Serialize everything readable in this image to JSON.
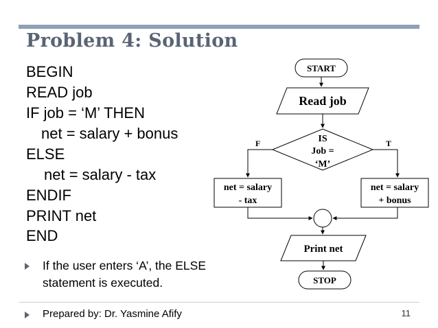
{
  "slide": {
    "title": "Problem 4: Solution",
    "page_number": "11",
    "footer": "Prepared by:  Dr. Yasmine Afify"
  },
  "pseudocode": [
    "BEGIN",
    "READ job",
    "IF  job = ‘M’  THEN",
    "net = salary + bonus",
    "ELSE",
    "net = salary - tax",
    "ENDIF",
    "PRINT net",
    "END"
  ],
  "bullets": [
    "If the user enters ‘A’, the ELSE",
    "statement is executed."
  ],
  "flowchart": {
    "start": "START",
    "read": "Read  job",
    "decision": [
      "IS",
      "Job =",
      "‘M’"
    ],
    "false_label": "F",
    "true_label": "T",
    "false_box": [
      "net = salary",
      "- tax"
    ],
    "true_box": [
      "net = salary",
      "+ bonus"
    ],
    "print": "Print net",
    "stop": "STOP"
  },
  "colors": {
    "accent_bar": "#8ea0b8",
    "title_text": "#5a6473",
    "bullet": "#5a6473"
  }
}
